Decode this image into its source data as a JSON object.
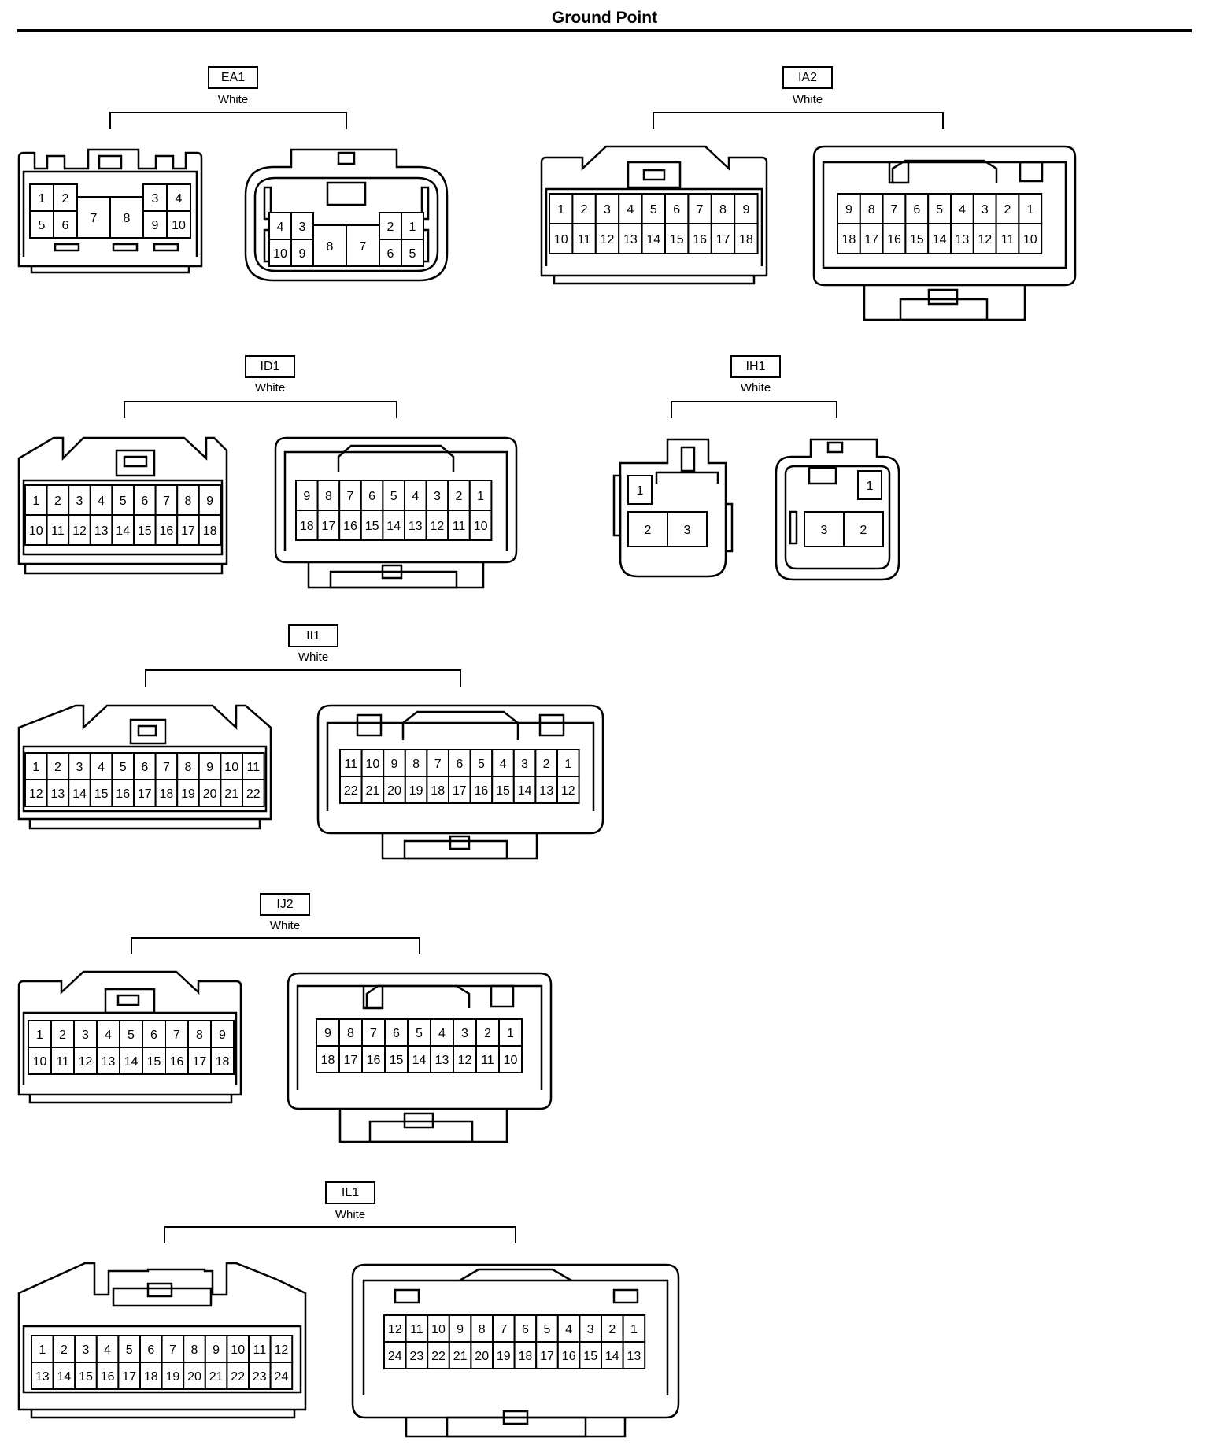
{
  "title": "Ground Point",
  "connectors": [
    {
      "id": "EA1",
      "color": "White",
      "left_view": {
        "rows": [
          [
            "1",
            "2"
          ],
          [
            "5",
            "6"
          ]
        ],
        "center": [
          "7",
          "8"
        ],
        "right_rows": [
          [
            "3",
            "4"
          ],
          [
            "9",
            "10"
          ]
        ]
      },
      "right_view": {
        "rows": [
          [
            "4",
            "3"
          ],
          [
            "10",
            "9"
          ]
        ],
        "center": [
          "8",
          "7"
        ],
        "right_rows": [
          [
            "2",
            "1"
          ],
          [
            "6",
            "5"
          ]
        ]
      }
    },
    {
      "id": "IA2",
      "color": "White",
      "left_view": {
        "rows": [
          [
            "1",
            "2",
            "3",
            "4",
            "5",
            "6",
            "7",
            "8",
            "9"
          ],
          [
            "10",
            "11",
            "12",
            "13",
            "14",
            "15",
            "16",
            "17",
            "18"
          ]
        ]
      },
      "right_view": {
        "rows": [
          [
            "9",
            "8",
            "7",
            "6",
            "5",
            "4",
            "3",
            "2",
            "1"
          ],
          [
            "18",
            "17",
            "16",
            "15",
            "14",
            "13",
            "12",
            "11",
            "10"
          ]
        ]
      }
    },
    {
      "id": "ID1",
      "color": "White",
      "left_view": {
        "rows": [
          [
            "1",
            "2",
            "3",
            "4",
            "5",
            "6",
            "7",
            "8",
            "9"
          ],
          [
            "10",
            "11",
            "12",
            "13",
            "14",
            "15",
            "16",
            "17",
            "18"
          ]
        ]
      },
      "right_view": {
        "rows": [
          [
            "9",
            "8",
            "7",
            "6",
            "5",
            "4",
            "3",
            "2",
            "1"
          ],
          [
            "18",
            "17",
            "16",
            "15",
            "14",
            "13",
            "12",
            "11",
            "10"
          ]
        ]
      }
    },
    {
      "id": "IH1",
      "color": "White",
      "left_view": {
        "top": [
          "1"
        ],
        "bottom": [
          "2",
          "3"
        ]
      },
      "right_view": {
        "top": [
          "1"
        ],
        "bottom": [
          "3",
          "2"
        ]
      }
    },
    {
      "id": "II1",
      "color": "White",
      "left_view": {
        "rows": [
          [
            "1",
            "2",
            "3",
            "4",
            "5",
            "6",
            "7",
            "8",
            "9",
            "10",
            "11"
          ],
          [
            "12",
            "13",
            "14",
            "15",
            "16",
            "17",
            "18",
            "19",
            "20",
            "21",
            "22"
          ]
        ]
      },
      "right_view": {
        "rows": [
          [
            "11",
            "10",
            "9",
            "8",
            "7",
            "6",
            "5",
            "4",
            "3",
            "2",
            "1"
          ],
          [
            "22",
            "21",
            "20",
            "19",
            "18",
            "17",
            "16",
            "15",
            "14",
            "13",
            "12"
          ]
        ]
      }
    },
    {
      "id": "IJ2",
      "color": "White",
      "left_view": {
        "rows": [
          [
            "1",
            "2",
            "3",
            "4",
            "5",
            "6",
            "7",
            "8",
            "9"
          ],
          [
            "10",
            "11",
            "12",
            "13",
            "14",
            "15",
            "16",
            "17",
            "18"
          ]
        ]
      },
      "right_view": {
        "rows": [
          [
            "9",
            "8",
            "7",
            "6",
            "5",
            "4",
            "3",
            "2",
            "1"
          ],
          [
            "18",
            "17",
            "16",
            "15",
            "14",
            "13",
            "12",
            "11",
            "10"
          ]
        ]
      }
    },
    {
      "id": "IL1",
      "color": "White",
      "left_view": {
        "rows": [
          [
            "1",
            "2",
            "3",
            "4",
            "5",
            "6",
            "7",
            "8",
            "9",
            "10",
            "11",
            "12"
          ],
          [
            "13",
            "14",
            "15",
            "16",
            "17",
            "18",
            "19",
            "20",
            "21",
            "22",
            "23",
            "24"
          ]
        ]
      },
      "right_view": {
        "rows": [
          [
            "12",
            "11",
            "10",
            "9",
            "8",
            "7",
            "6",
            "5",
            "4",
            "3",
            "2",
            "1"
          ],
          [
            "24",
            "23",
            "22",
            "21",
            "20",
            "19",
            "18",
            "17",
            "16",
            "15",
            "14",
            "13"
          ]
        ]
      }
    }
  ]
}
